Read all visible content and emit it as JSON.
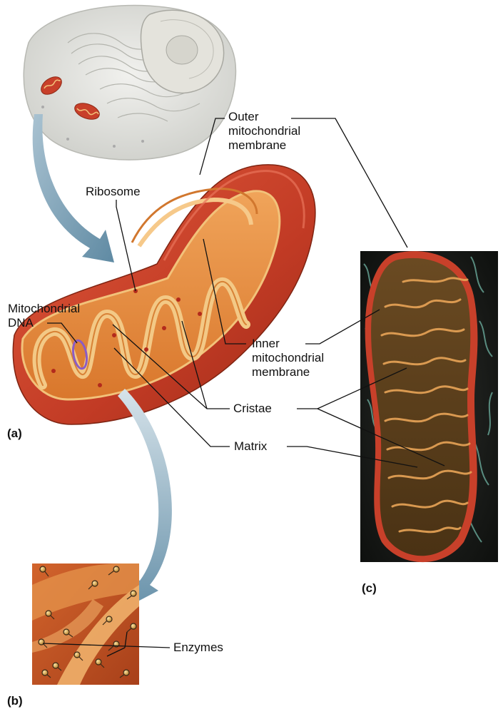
{
  "labels": {
    "outer_line1": "Outer",
    "outer_line2": "mitochondrial",
    "outer_line3": "membrane",
    "ribosome": "Ribosome",
    "mtdna_line1": "Mitochondrial",
    "mtdna_line2": "DNA",
    "inner_line1": "Inner",
    "inner_line2": "mitochondrial",
    "inner_line3": "membrane",
    "cristae": "Cristae",
    "matrix": "Matrix",
    "enzymes": "Enzymes"
  },
  "panels": {
    "a": "(a)",
    "b": "(b)",
    "c": "(c)"
  },
  "colors": {
    "outer_membrane": "#c8402a",
    "matrix_orange": "#e8893a",
    "cristae_tan": "#f2c27a",
    "arrow_blue": "#7fa3b8",
    "micrograph_bg": "#1a1c1a",
    "micrograph_green": "#6fb3a3",
    "dna_purple": "#8b5cc4"
  }
}
